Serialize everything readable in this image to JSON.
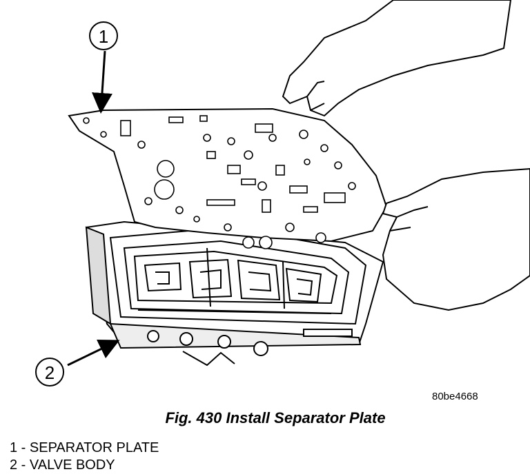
{
  "figure": {
    "callouts": [
      {
        "number": "1"
      },
      {
        "number": "2"
      }
    ],
    "image_code": "80be4668",
    "caption": "Fig. 430 Install Separator Plate"
  },
  "legend": [
    {
      "text": "1 - SEPARATOR PLATE"
    },
    {
      "text": "2 - VALVE BODY"
    }
  ]
}
